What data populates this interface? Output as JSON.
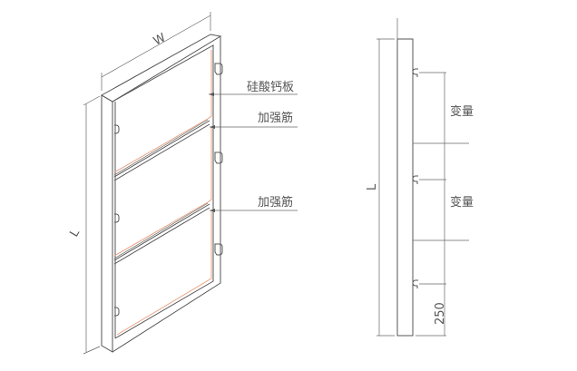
{
  "labels": {
    "width_symbol": "W",
    "length_symbol": "L",
    "board": "硅酸钙板",
    "rib_1": "加强筋",
    "rib_2": "加强筋",
    "side_length_symbol": "L",
    "variable_1": "变量",
    "variable_2": "变量",
    "bottom_offset": "250"
  },
  "colors": {
    "line": "#555555",
    "board_edge": "#e8a07f"
  }
}
